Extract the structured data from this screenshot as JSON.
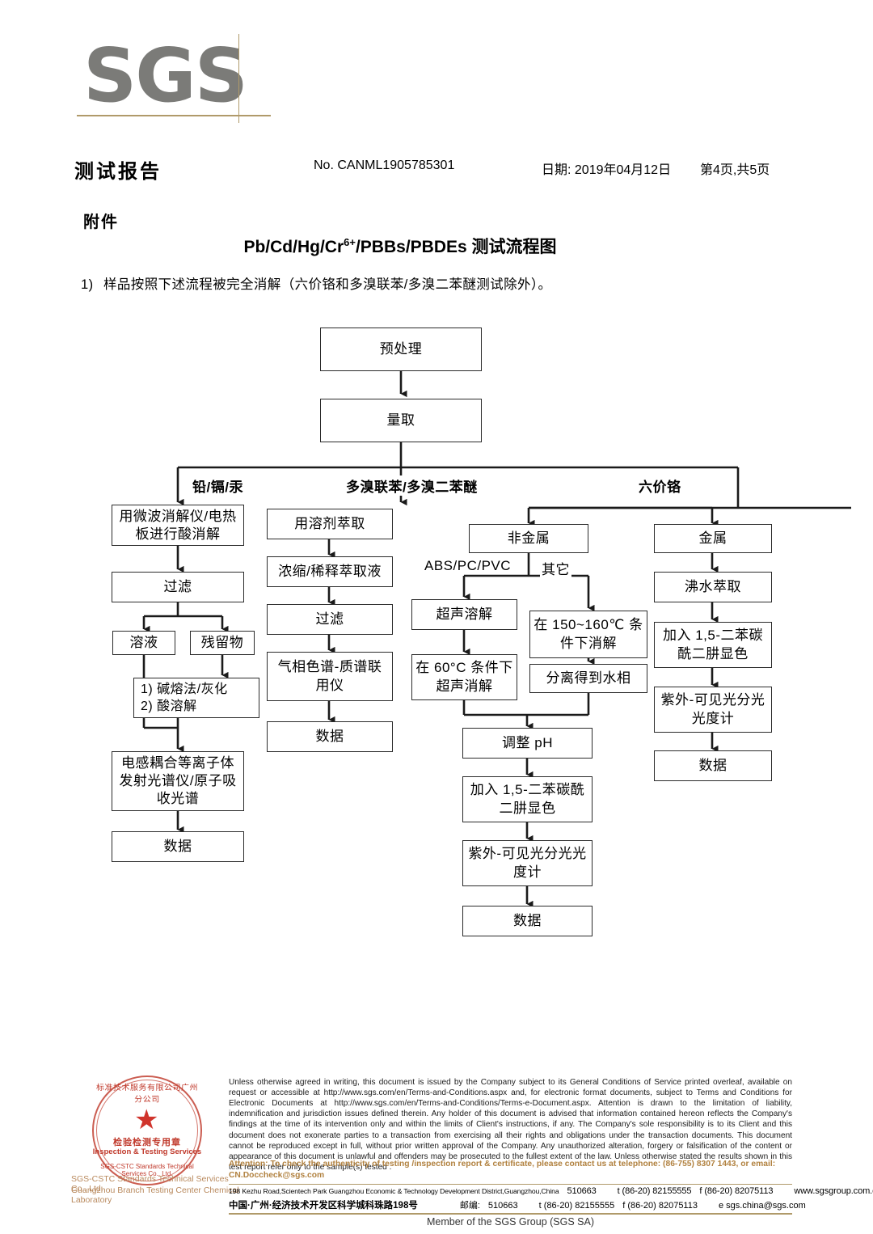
{
  "header": {
    "logo_text": "SGS",
    "logo_alt": "sgs-logo"
  },
  "title_row": {
    "report_title": "测试报告",
    "report_no": "No. CANML1905785301",
    "report_date": "日期: 2019年04月12日",
    "report_page": "第4页,共5页"
  },
  "body": {
    "attachment_label": "附件",
    "flow_title_main": "Pb/Cd/Hg/Cr",
    "flow_title_sup": "6+",
    "flow_title_rest": "/PBBs/PBDEs 测试流程图",
    "note_number": "1)",
    "note_text": "样品按照下述流程被完全消解（六价铬和多溴联苯/多溴二苯醚测试除外）。"
  },
  "chart_data": {
    "type": "diagram",
    "title": "Pb/Cd/Hg/Cr6+/PBBs/PBDEs 测试流程图",
    "nodes": {
      "n_pretreat": "预处理",
      "n_weigh": "量取",
      "n_acid_digest": "用微波消解仪/电热板进行酸消解",
      "n_filter_left": "过滤",
      "n_solution": "溶液",
      "n_residue": "残留物",
      "n_fusion": "1) 碱熔法/灰化\n2) 酸溶解",
      "n_icp": "电感耦合等离子体发射光谱仪/原子吸收光谱",
      "n_data_left": "数据",
      "n_solvent_extract": "用溶剂萃取",
      "n_concentrate": "浓缩/稀释萃取液",
      "n_filter_mid": "过滤",
      "n_gcms": "气相色谱-质谱联用仪",
      "n_data_mid": "数据",
      "n_nonmetal": "非金属",
      "n_ultrasonic_dissolve": "超声溶解",
      "n_ultrasonic_60": "在 60°C 条件下超声消解",
      "n_digest_150": "在 150~160℃ 条件下消解",
      "n_separate_aqueous": "分离得到水相",
      "n_adjust_ph": "调整 pH",
      "n_add_dpc_mid": "加入 1,5-二苯碳酰二肼显色",
      "n_uvvis_mid": "紫外-可见光分光光度计",
      "n_data_cr": "数据",
      "n_metal": "金属",
      "n_boiling_water": "沸水萃取",
      "n_add_dpc_right": "加入 1,5-二苯碳酰二肼显色",
      "n_uvvis_right": "紫外-可见光分光光度计",
      "n_data_right": "数据"
    },
    "edge_labels": {
      "branch_pbhgcd": "铅/镉/汞",
      "branch_pbbs": "多溴联苯/多溴二苯醚",
      "branch_cr6": "六价铬",
      "sub_abs": "ABS/PC/PVC",
      "sub_other": "其它"
    }
  },
  "footer": {
    "seal": {
      "star": "★",
      "arc_top": "标准技术服务有限公司广州分公司",
      "cn_label": "检验检测专用章",
      "en_label": "Inspection & Testing Services",
      "arc_bottom": "SGS-CSTC Standards Technical Services Co., Ltd.",
      "company_line1": "SGS-CSTC Standards Technical Services Co., Ltd.",
      "company_line2": "Guangzhou Branch Testing Center Chemical Laboratory"
    },
    "legal_text": "Unless otherwise agreed in writing, this document is issued by the Company subject to its General Conditions of Service printed overleaf, available on request or accessible at http://www.sgs.com/en/Terms-and-Conditions.aspx and, for electronic format documents, subject to Terms and Conditions for Electronic Documents at http://www.sgs.com/en/Terms-and-Conditions/Terms-e-Document.aspx. Attention is drawn to the limitation of liability, indemnification and jurisdiction issues defined therein. Any holder of this document is advised that information contained hereon reflects the Company's findings at the time of its intervention only and within the limits of Client's instructions, if any. The Company's sole responsibility is to its Client and this document does not exonerate parties to a transaction from exercising all their rights and obligations under the transaction documents. This document cannot be reproduced except in full, without prior written approval of the Company. Any unauthorized alteration, forgery or falsification of the content or appearance of this document is unlawful and offenders may be prosecuted to the fullest extent of the law. Unless otherwise stated the results shown in this test report refer only to the sample(s) tested .",
    "attention_text": "Attention: To check the authenticity of testing /inspection report & certificate, please contact us at telephone: (86-755) 8307 1443, or email: CN.Doccheck@sgs.com",
    "address_en": "198 Kezhu Road,Scientech Park Guangzhou Economic & Technology Development District,Guangzhou,China",
    "postcode_en": "510663",
    "tel_en": "t (86-20) 82155555",
    "fax_en": "f (86-20) 82075113",
    "web_en": "www.sgsgroup.com.cn",
    "address_cn": "中国·广州·经济技术开发区科学城科珠路198号",
    "postcode_cn_label": "邮编:",
    "postcode_cn": "510663",
    "tel_cn": "t (86-20) 82155555",
    "fax_cn": "f (86-20) 82075113",
    "email_cn": "e sgs.china@sgs.com",
    "member_line": "Member of the SGS Group (SGS SA)"
  },
  "colors": {
    "accent_gold": "#b09a6a",
    "seal_red": "#c0392b",
    "logo_gray": "#7b7b78"
  }
}
